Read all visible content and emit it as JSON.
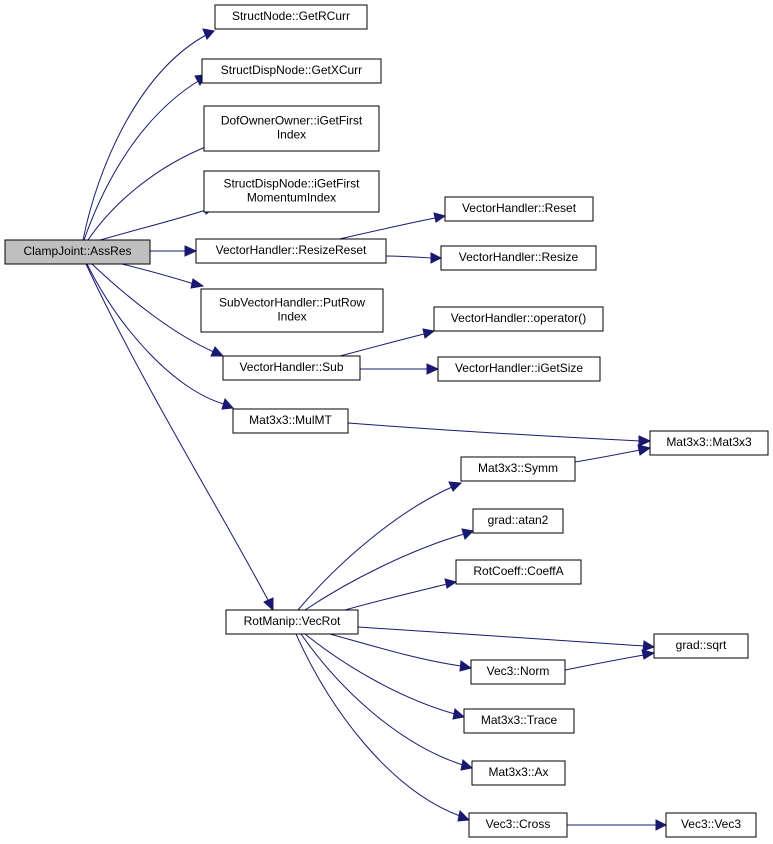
{
  "colors": {
    "edge": "#191970",
    "root_fill": "#bfbfbf",
    "node_fill": "#ffffff",
    "border": "#000000"
  },
  "nodes": {
    "root": "ClampJoint::AssRes",
    "getrcurr": "StructNode::GetRCurr",
    "getxcurr": "StructDispNode::GetXCurr",
    "igetfirstindex": "DofOwnerOwner::iGetFirst\nIndex",
    "igetfirstmomentumindex": "StructDispNode::iGetFirst\nMomentumIndex",
    "resizereset": "VectorHandler::ResizeReset",
    "reset": "VectorHandler::Reset",
    "resize": "VectorHandler::Resize",
    "putrowindex": "SubVectorHandler::PutRow\nIndex",
    "operator": "VectorHandler::operator()",
    "sub": "VectorHandler::Sub",
    "igetsize": "VectorHandler::iGetSize",
    "mulmt": "Mat3x3::MulMT",
    "mat3x3": "Mat3x3::Mat3x3",
    "symm": "Mat3x3::Symm",
    "atan2": "grad::atan2",
    "coeffa": "RotCoeff::CoeffA",
    "vecrot": "RotManip::VecRot",
    "sqrt": "grad::sqrt",
    "norm": "Vec3::Norm",
    "trace": "Mat3x3::Trace",
    "ax": "Mat3x3::Ax",
    "cross": "Vec3::Cross",
    "vec3": "Vec3::Vec3"
  }
}
